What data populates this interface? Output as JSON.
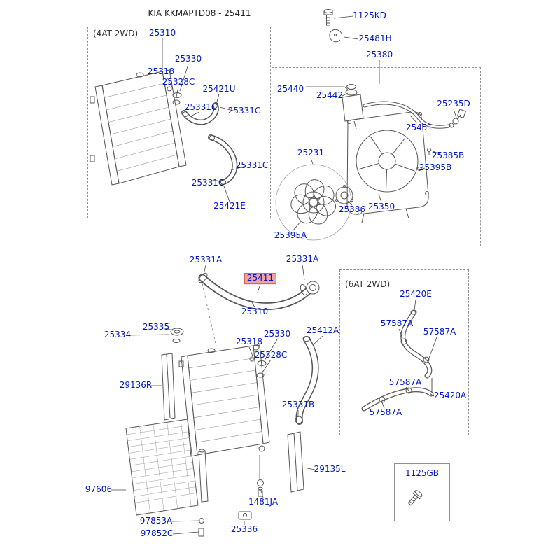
{
  "page": {
    "title": "KIA KKMAPTD08 - 25411"
  },
  "groups": {
    "g4at": "(4AT 2WD)",
    "g6at": "(6AT 2WD)"
  },
  "colors": {
    "part_label": "#0016c8",
    "highlight_bg": "#f2a39e",
    "highlight_border": "#cf5f5a",
    "line_art": "#555555"
  },
  "icons": {
    "bolt_top": "bolt-icon",
    "bolt_box": "bolt-icon",
    "clip": "clip-icon"
  },
  "highlighted_part": "25411",
  "labels": [
    {
      "text": "25310"
    },
    {
      "text": "25330"
    },
    {
      "text": "25318"
    },
    {
      "text": "25328C"
    },
    {
      "text": "25421U"
    },
    {
      "text": "25331C"
    },
    {
      "text": "25331C"
    },
    {
      "text": "25331C"
    },
    {
      "text": "25331C"
    },
    {
      "text": "25421E"
    },
    {
      "text": "1125KD"
    },
    {
      "text": "25481H"
    },
    {
      "text": "25380"
    },
    {
      "text": "25440"
    },
    {
      "text": "25442"
    },
    {
      "text": "25235D"
    },
    {
      "text": "25451"
    },
    {
      "text": "25385B"
    },
    {
      "text": "25395B"
    },
    {
      "text": "25231"
    },
    {
      "text": "25386"
    },
    {
      "text": "25350"
    },
    {
      "text": "25395A"
    },
    {
      "text": "25331A"
    },
    {
      "text": "25411"
    },
    {
      "text": "25331A"
    },
    {
      "text": "25310"
    },
    {
      "text": "25335"
    },
    {
      "text": "25334"
    },
    {
      "text": "25330"
    },
    {
      "text": "25318"
    },
    {
      "text": "25328C"
    },
    {
      "text": "25412A"
    },
    {
      "text": "29136R"
    },
    {
      "text": "25331B"
    },
    {
      "text": "29135L"
    },
    {
      "text": "97606"
    },
    {
      "text": "97853A"
    },
    {
      "text": "97852C"
    },
    {
      "text": "1481JA"
    },
    {
      "text": "25336"
    },
    {
      "text": "25420E"
    },
    {
      "text": "57587A"
    },
    {
      "text": "57587A"
    },
    {
      "text": "57587A"
    },
    {
      "text": "25420A"
    },
    {
      "text": "57587A"
    },
    {
      "text": "1125GB"
    }
  ]
}
